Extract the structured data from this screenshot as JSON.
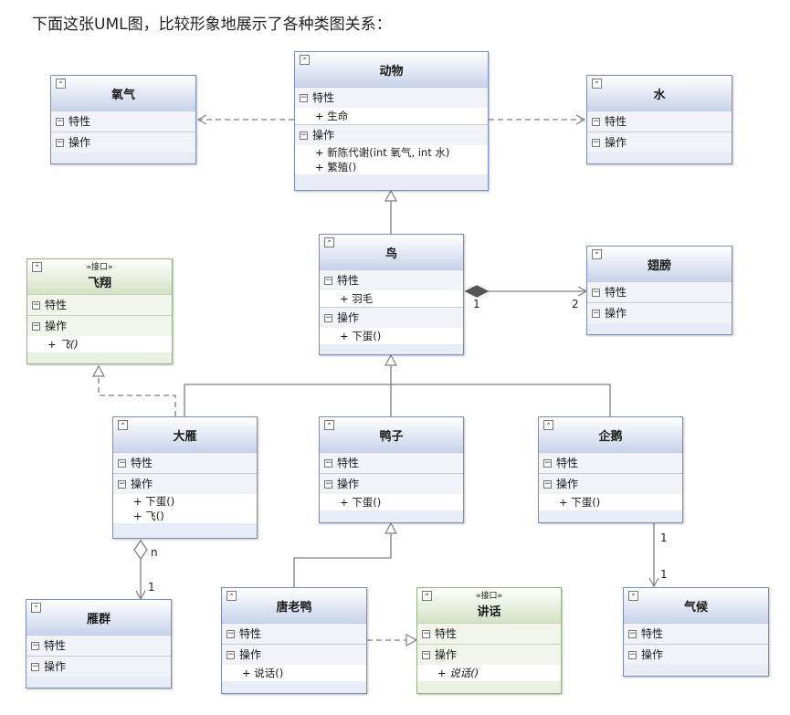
{
  "intro_text": "下面这张UML图，比较形象地展示了各种类图关系：",
  "labels": {
    "attributes": "特性",
    "operations": "操作",
    "interface_stereotype": "«接口»",
    "toggle_glyph": "⌃"
  },
  "classes": {
    "oxygen": {
      "name": "氧气"
    },
    "animal": {
      "name": "动物",
      "attributes": [
        "+ 生命"
      ],
      "operations": [
        "+ 新陈代谢(int 氧气, int 水)",
        "+ 繁殖()"
      ]
    },
    "water": {
      "name": "水"
    },
    "fly": {
      "name": "飞翔",
      "operations": [
        "+ 飞()"
      ]
    },
    "bird": {
      "name": "鸟",
      "attributes": [
        "+ 羽毛"
      ],
      "operations": [
        "+ 下蛋()"
      ]
    },
    "wing": {
      "name": "翅膀"
    },
    "goose": {
      "name": "大雁",
      "operations": [
        "+ 下蛋()",
        "+ 飞()"
      ]
    },
    "duck": {
      "name": "鸭子",
      "operations": [
        "+ 下蛋()"
      ]
    },
    "penguin": {
      "name": "企鹅",
      "operations": [
        "+ 下蛋()"
      ]
    },
    "goose_flock": {
      "name": "雁群"
    },
    "donald": {
      "name": "唐老鸭",
      "operations": [
        "+ 说话()"
      ]
    },
    "speak": {
      "name": "讲话",
      "operations": [
        "+ 说话()"
      ]
    },
    "climate": {
      "name": "气候"
    }
  },
  "multiplicities": {
    "bird_wing_source": "1",
    "bird_wing_target": "2",
    "flock_source": "n",
    "flock_target": "1",
    "climate_source": "1",
    "climate_target": "1"
  },
  "colors": {
    "class_border": "#7a8fb8",
    "interface_border": "#98b088",
    "line": "#808080"
  }
}
